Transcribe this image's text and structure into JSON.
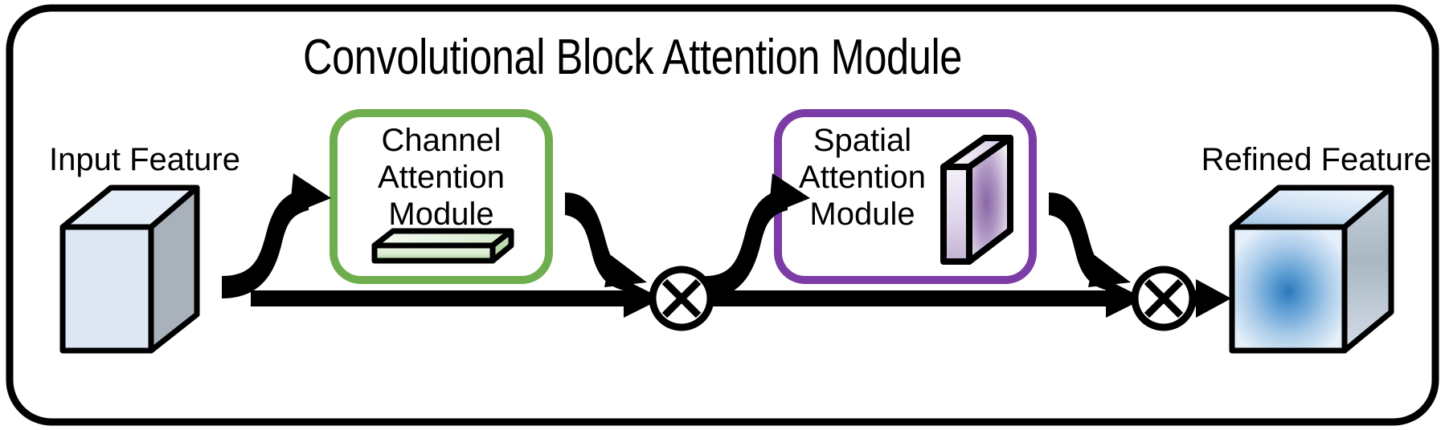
{
  "diagram": {
    "title": "Convolutional Block Attention Module",
    "type": "neural-network-architecture-diagram",
    "frame": {
      "border_color": "#000000",
      "border_width": 9,
      "corner_radius": 52,
      "background": "#ffffff"
    },
    "input": {
      "label": "Input Feature",
      "shape": "cube-3d",
      "front_color": "#dde8f4",
      "side_color": "#a9b2bb",
      "top_color": "#e4edf7",
      "outline_color": "#000000"
    },
    "output": {
      "label": "Refined Feature",
      "shape": "cube-3d",
      "gradient_type": "radial",
      "gradient_center_color": "#2f7cc0",
      "gradient_edge_color": "#e3eef9",
      "side_color": "#b4bfc9",
      "top_color": "#d6e6f6",
      "outline_color": "#000000"
    },
    "modules": [
      {
        "id": "channel",
        "lines": [
          "Channel",
          "Attention",
          "Module"
        ],
        "accent_color": "#6fae4e",
        "border_width": 10,
        "corner_radius": 34,
        "icon": {
          "name": "channel-bar-3d",
          "shape": "flat-slab-3d",
          "gradient_from": "#eef7ea",
          "gradient_to": "#b9d9a8"
        }
      },
      {
        "id": "spatial",
        "lines": [
          "Spatial",
          "Attention",
          "Module"
        ],
        "accent_color": "#7b3da5",
        "border_width": 10,
        "corner_radius": 34,
        "icon": {
          "name": "spatial-plate-3d",
          "shape": "thin-plate-3d",
          "gradient_center_color": "#8c6aa8",
          "gradient_edge_color": "#ece6f2",
          "side_color": "#c9bcd8"
        }
      }
    ],
    "operators": [
      {
        "id": "mul-1",
        "symbol": "multiply",
        "glyph": "⊗",
        "label": "element-wise multiplication"
      },
      {
        "id": "mul-2",
        "symbol": "multiply",
        "glyph": "⊗",
        "label": "element-wise multiplication"
      }
    ],
    "connections": [
      {
        "from": "input",
        "to": "channel",
        "style": "curved-up-arrow"
      },
      {
        "from": "channel",
        "to": "mul-1",
        "style": "curved-down-arrow"
      },
      {
        "from": "input",
        "to": "mul-1",
        "style": "straight-arrow"
      },
      {
        "from": "mul-1",
        "to": "spatial",
        "style": "curved-up-arrow"
      },
      {
        "from": "spatial",
        "to": "mul-2",
        "style": "curved-down-arrow"
      },
      {
        "from": "mul-1",
        "to": "mul-2",
        "style": "straight-arrow"
      },
      {
        "from": "mul-2",
        "to": "output",
        "style": "straight-arrow"
      }
    ],
    "stroke_color": "#000000"
  }
}
